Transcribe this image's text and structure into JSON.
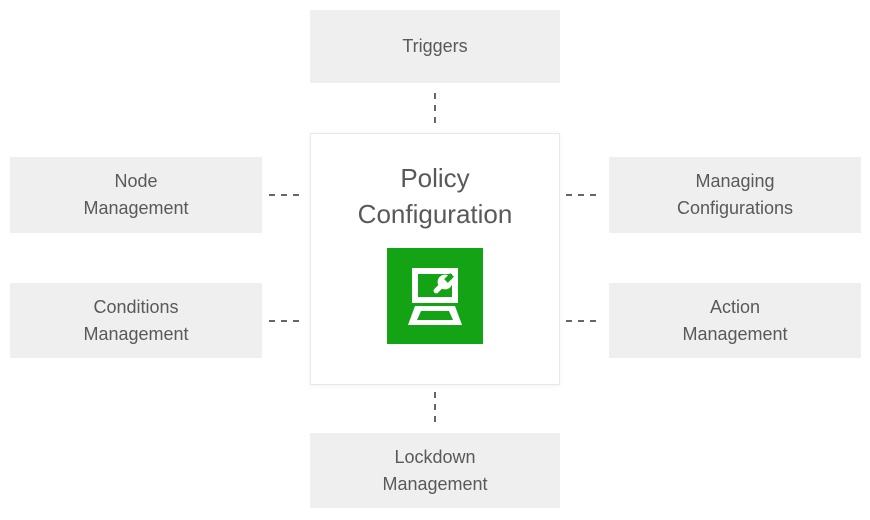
{
  "colors": {
    "accent_green": "#14a314",
    "box_background": "#efefef",
    "text_gray": "#595959",
    "connector_gray": "#666666",
    "white": "#ffffff"
  },
  "center": {
    "title": "Policy\nConfiguration",
    "icon": "laptop-wrench-icon"
  },
  "boxes": {
    "top": "Triggers",
    "left_top": "Node\nManagement",
    "left_bottom": "Conditions\nManagement",
    "right_top": "Managing\nConfigurations",
    "right_bottom": "Action\nManagement",
    "bottom": "Lockdown\nManagement"
  }
}
